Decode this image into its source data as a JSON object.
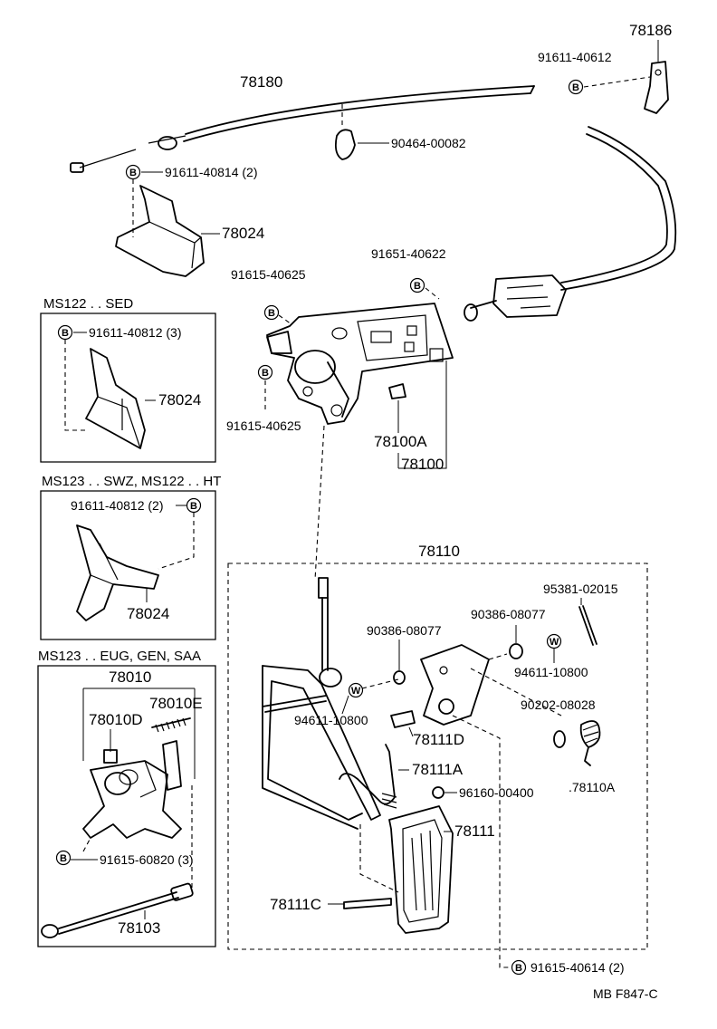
{
  "parts": {
    "p78186": "78186",
    "p9161140612": "91611-40612",
    "p78180": "78180",
    "p9046400082": "90464-00082",
    "p9161140814": "91611-40814 (2)",
    "p78024_top": "78024",
    "p9165140622": "91651-40622",
    "p9161540625_a": "91615-40625",
    "p9161540625_b": "91615-40625",
    "p78100A": "78100A",
    "p78100": "78100",
    "p78110": "78110",
    "p9538102015": "95381-02015",
    "p9038608077_a": "90386-08077",
    "p9038608077_b": "90386-08077",
    "p9461110800_a": "94611-10800",
    "p9461110800_b": "94611-10800",
    "p9020208028": "90202-08028",
    "p78111D": "78111D",
    "p78111A": "78111A",
    "p9616000400": "96160-00400",
    "p78110A": ".78110A",
    "p78111": "78111",
    "p78111C": "78111C",
    "p9161540614": "91615-40614 (2)"
  },
  "sections": {
    "sed": {
      "title": "MS122 . . SED",
      "bolt": "91611-40812 (3)",
      "part": "78024"
    },
    "swz": {
      "title": "MS123 . . SWZ, MS122 . . HT",
      "bolt": "91611-40812 (2)",
      "part": "78024"
    },
    "eug": {
      "title": "MS123 . . EUG, GEN, SAA",
      "p78010": "78010",
      "p78010D": "78010D",
      "p78010E": "78010E",
      "bolt": "91615-60820 (3)",
      "p78103": "78103"
    }
  },
  "symbols": {
    "bolt": "B",
    "washer": "W"
  },
  "footer": {
    "code": "MB  F847-C"
  }
}
